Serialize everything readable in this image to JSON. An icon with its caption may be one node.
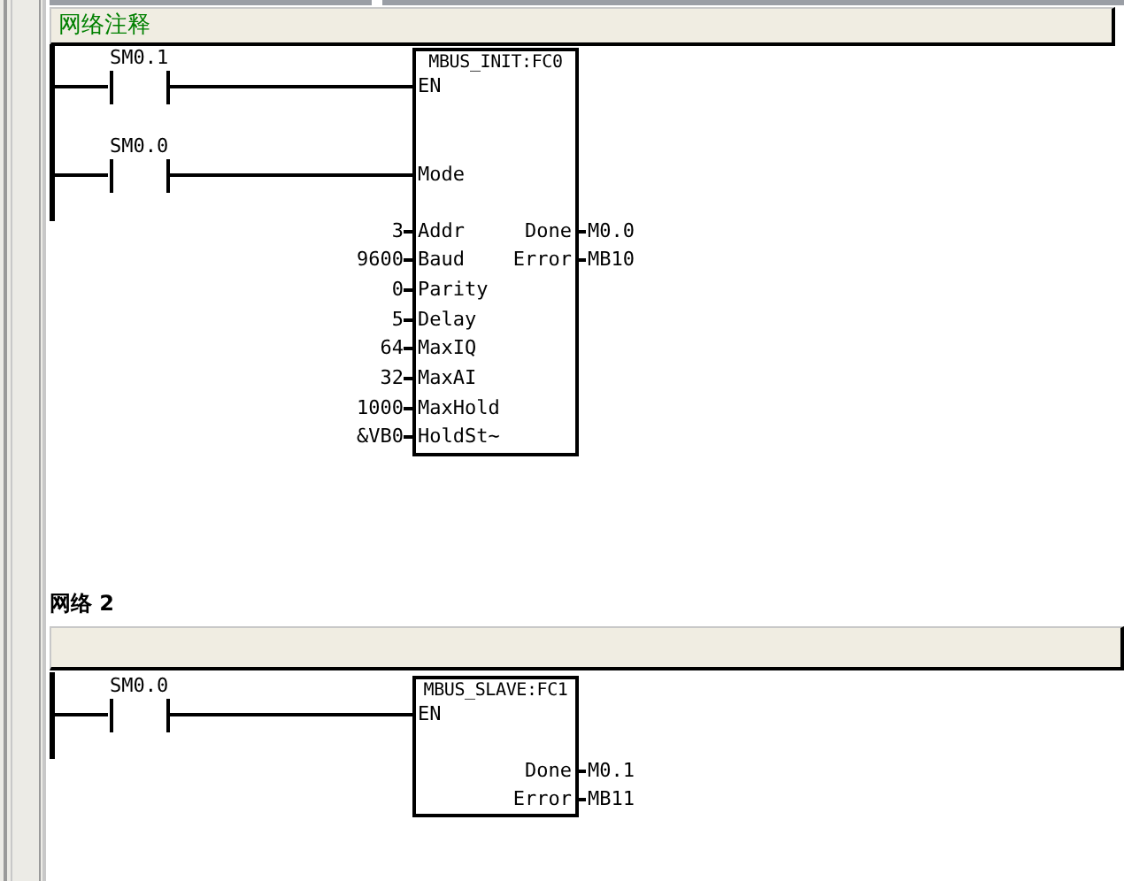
{
  "diagram": {
    "nodes": [
      {
        "text": [
          "网络注释"
        ]
      },
      {
        "text": [],
        "shape": "bar"
      },
      {
        "text": [
          "SM0.1"
        ]
      },
      {
        "text": [
          "MBUS_INIT:FC0",
          "EN",
          "Mode",
          "Addr",
          "Baud",
          "Parity",
          "Delay",
          "MaxIQ",
          "MaxAI",
          "MaxHold",
          "HoldSt~",
          "Done",
          "Error"
        ],
        "beside": [
          "3",
          "9600",
          "0",
          "5",
          "64",
          "32",
          "1000",
          "&VB0",
          "M0.0",
          "MB10"
        ]
      },
      {
        "text": [
          "SM0.0"
        ]
      },
      {
        "text": [],
        "shape": "bar"
      },
      {
        "text": [],
        "shape": "bar"
      },
      {
        "text": [
          "SM0.0"
        ]
      },
      {
        "text": [
          "MBUS_SLAVE:FC1",
          "EN",
          "Done",
          "Error"
        ],
        "beside": [
          "M0.1",
          "MB11"
        ]
      }
    ],
    "edges": [
      {
        "from": 1,
        "to": 2,
        "arrow": "none"
      },
      {
        "from": 2,
        "to": 3,
        "arrow": "none"
      },
      {
        "from": 1,
        "to": 4,
        "arrow": "none"
      },
      {
        "from": 4,
        "to": 3,
        "arrow": "none"
      },
      {
        "from": 6,
        "to": 7,
        "arrow": "none"
      },
      {
        "from": 7,
        "to": 8,
        "arrow": "none"
      }
    ],
    "labels": [
      "网络 2"
    ]
  }
}
